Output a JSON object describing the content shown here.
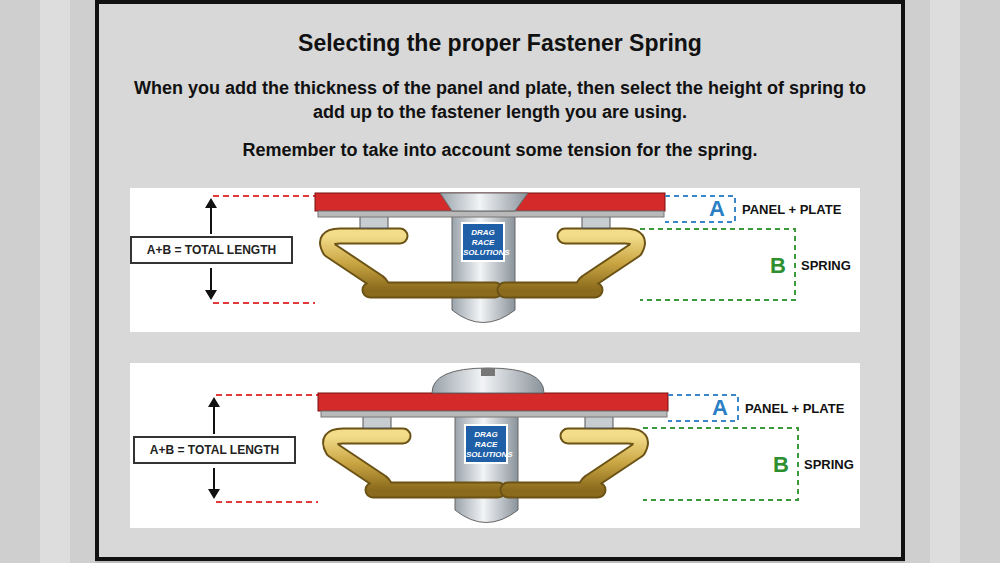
{
  "diagram": {
    "title": "Selecting the proper Fastener Spring",
    "nodes": [
      {
        "text": [
          "A+B = TOTAL LENGTH"
        ]
      },
      {
        "text": [
          "A+B = TOTAL LENGTH"
        ]
      }
    ],
    "labels": [
      "When you add the thickness of the panel and plate, then select the height of spring to add up to the fastener length you are using.",
      "Remember to take into account some tension for the spring.",
      "A",
      "PANEL + PLATE",
      "B",
      "SPRING",
      "DRAG RACE SOLUTIONS",
      "A",
      "PANEL + PLATE",
      "B",
      "SPRING",
      "DRAG RACE SOLUTIONS"
    ]
  }
}
